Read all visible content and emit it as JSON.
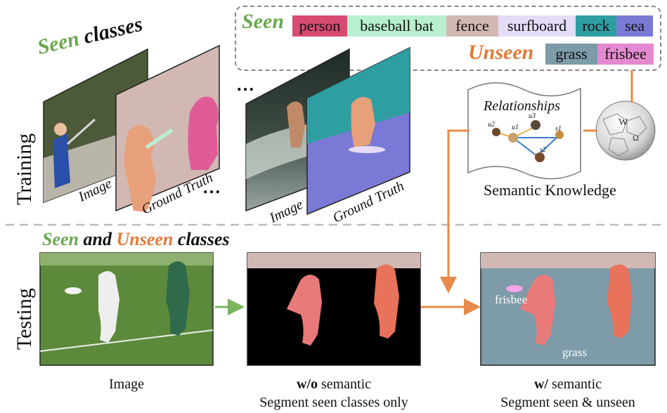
{
  "legend": {
    "seen_label": "Seen",
    "unseen_label": "Unseen",
    "seen_classes": [
      {
        "name": "person",
        "color": "#d84a72"
      },
      {
        "name": "baseball bat",
        "color": "#b7efcf"
      },
      {
        "name": "fence",
        "color": "#d2b8b3"
      },
      {
        "name": "surfboard",
        "color": "#e5dcf7"
      },
      {
        "name": "rock",
        "color": "#2f9ea3"
      },
      {
        "name": "sea",
        "color": "#7a7ad6"
      }
    ],
    "unseen_classes": [
      {
        "name": "grass",
        "color": "#7d9ba8"
      },
      {
        "name": "frisbee",
        "color": "#e58ad0"
      }
    ]
  },
  "training": {
    "side_label": "Training",
    "seen_word": "Seen",
    "classes_word": "classes",
    "dots_top": "…",
    "dots_bottom": "…",
    "pair1": {
      "image_label": "Image",
      "gt_label": "Ground Truth"
    },
    "pair2": {
      "image_label": "Image",
      "gt_label": "Ground Truth"
    }
  },
  "knowledge": {
    "relationships_label": "Relationships",
    "semantic_knowledge_label": "Semantic Knowledge",
    "node_labels": [
      "u2",
      "u1",
      "u3",
      "s1",
      "s2"
    ]
  },
  "testing": {
    "side_label": "Testing",
    "seen_word": "Seen",
    "and_word": "and",
    "unseen_word": "Unseen",
    "classes_word": "classes",
    "image_caption": "Image",
    "wo_bold": "w/o",
    "wo_rest": " semantic",
    "wo_line2": "Segment seen classes only",
    "w_bold": "w/",
    "w_rest": " semantic",
    "w_line2": "Segment seen & unseen",
    "frisbee_label": "frisbee",
    "grass_label": "grass"
  },
  "colors": {
    "seen_green": "#6aa84f",
    "unseen_orange": "#e07b39",
    "arrow_orange": "#e88a4a",
    "arrow_green": "#7ab55c"
  }
}
